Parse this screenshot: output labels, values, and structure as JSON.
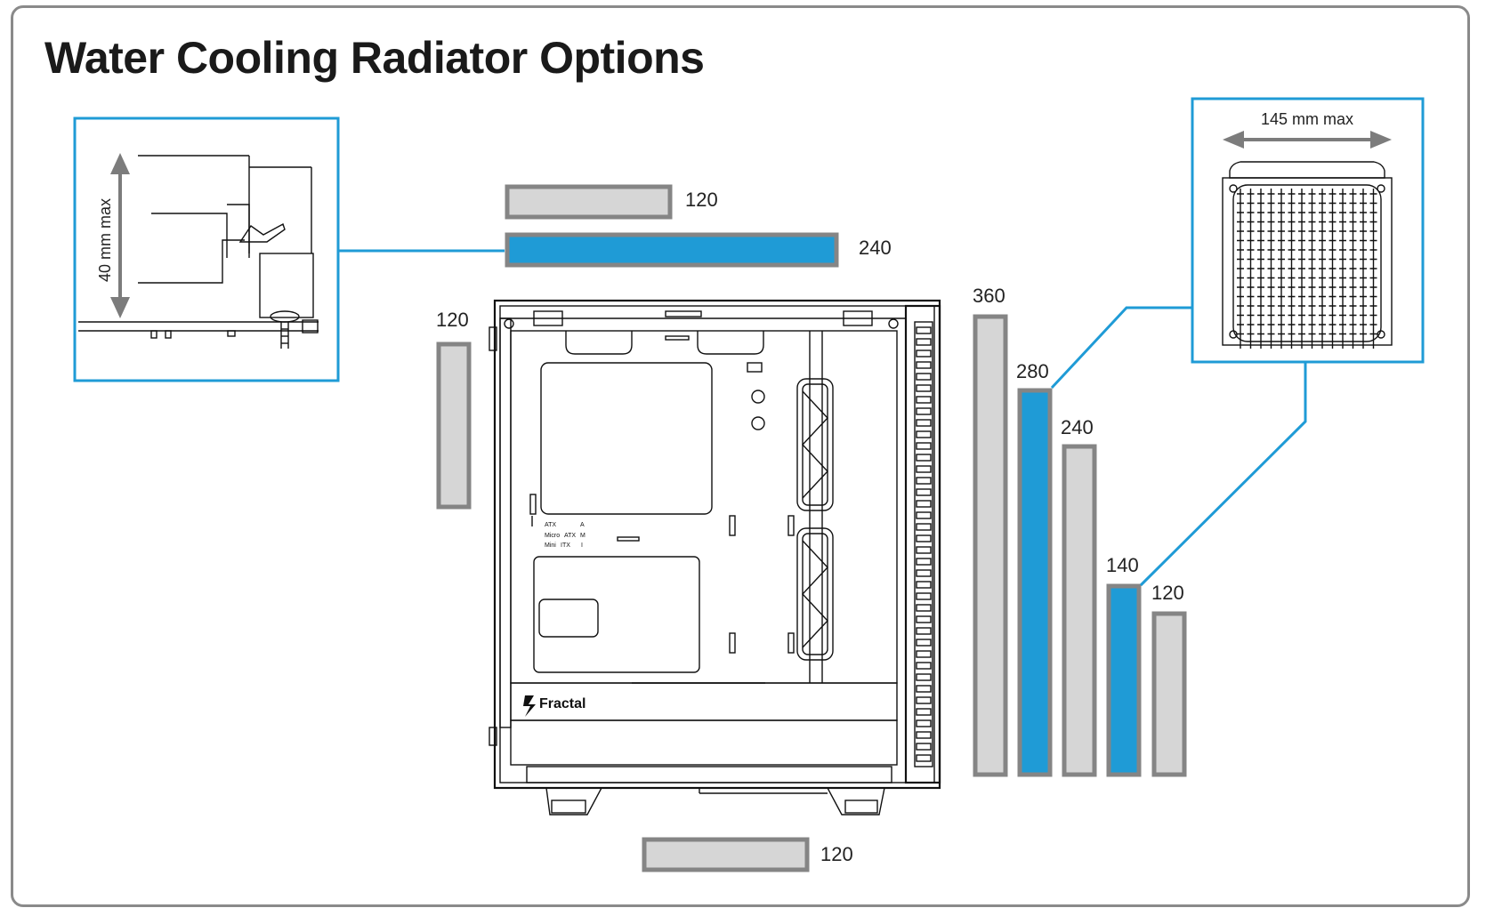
{
  "title": "Water Cooling Radiator Options",
  "colors": {
    "accent": "#1f9bd6",
    "radiator_gray": "#d6d6d6",
    "frame": "#8a8a8a"
  },
  "top": {
    "rad_120": "120",
    "rad_240": "240"
  },
  "rear": {
    "rad_120": "120"
  },
  "front": {
    "rad_360": "360",
    "rad_280": "280",
    "rad_240": "240",
    "rad_140": "140",
    "rad_120": "120"
  },
  "bottom": {
    "rad_120": "120"
  },
  "top_clearance": {
    "label": "40 mm max"
  },
  "front_clearance": {
    "label": "145 mm max"
  },
  "case": {
    "brand": "Fractal",
    "board_labels": {
      "atx": "ATX",
      "micro": "Micro",
      "mini": "Mini",
      "atx2": "ATX",
      "itx": "ITX",
      "a": "A",
      "m": "M",
      "i": "I"
    }
  }
}
